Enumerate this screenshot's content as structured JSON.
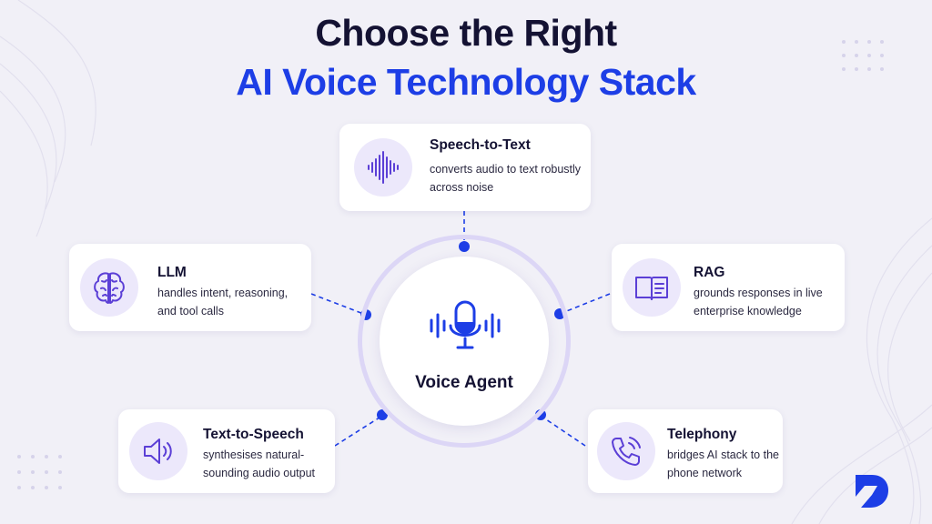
{
  "title": {
    "line1": "Choose the Right",
    "line2": "AI Voice Technology Stack"
  },
  "hub": {
    "label": "Voice Agent",
    "icon": "microphone-with-waves-icon"
  },
  "nodes": {
    "stt": {
      "title": "Speech-to-Text",
      "description": "converts audio to text robustly across noise",
      "icon": "sound-wave-icon"
    },
    "llm": {
      "title": "LLM",
      "description": "handles intent, reasoning, and tool calls",
      "icon": "brain-icon"
    },
    "rag": {
      "title": "RAG",
      "description": "grounds responses in live enterprise knowledge",
      "icon": "open-book-icon"
    },
    "tts": {
      "title": "Text-to-Speech",
      "description": "synthesises natural-sounding audio output",
      "icon": "speaker-icon"
    },
    "telephony": {
      "title": "Telephony",
      "description": "bridges AI stack to the phone network",
      "icon": "phone-icon"
    }
  },
  "colors": {
    "background": "#f1f0f7",
    "title_dark": "#141233",
    "title_accent": "#1d3ee6",
    "icon_purple": "#5b3fd6",
    "connector_blue": "#1d3ee6",
    "icon_circle_bg": "#ece8fb"
  },
  "brand": {
    "logo_icon": "brand-logo-icon"
  }
}
